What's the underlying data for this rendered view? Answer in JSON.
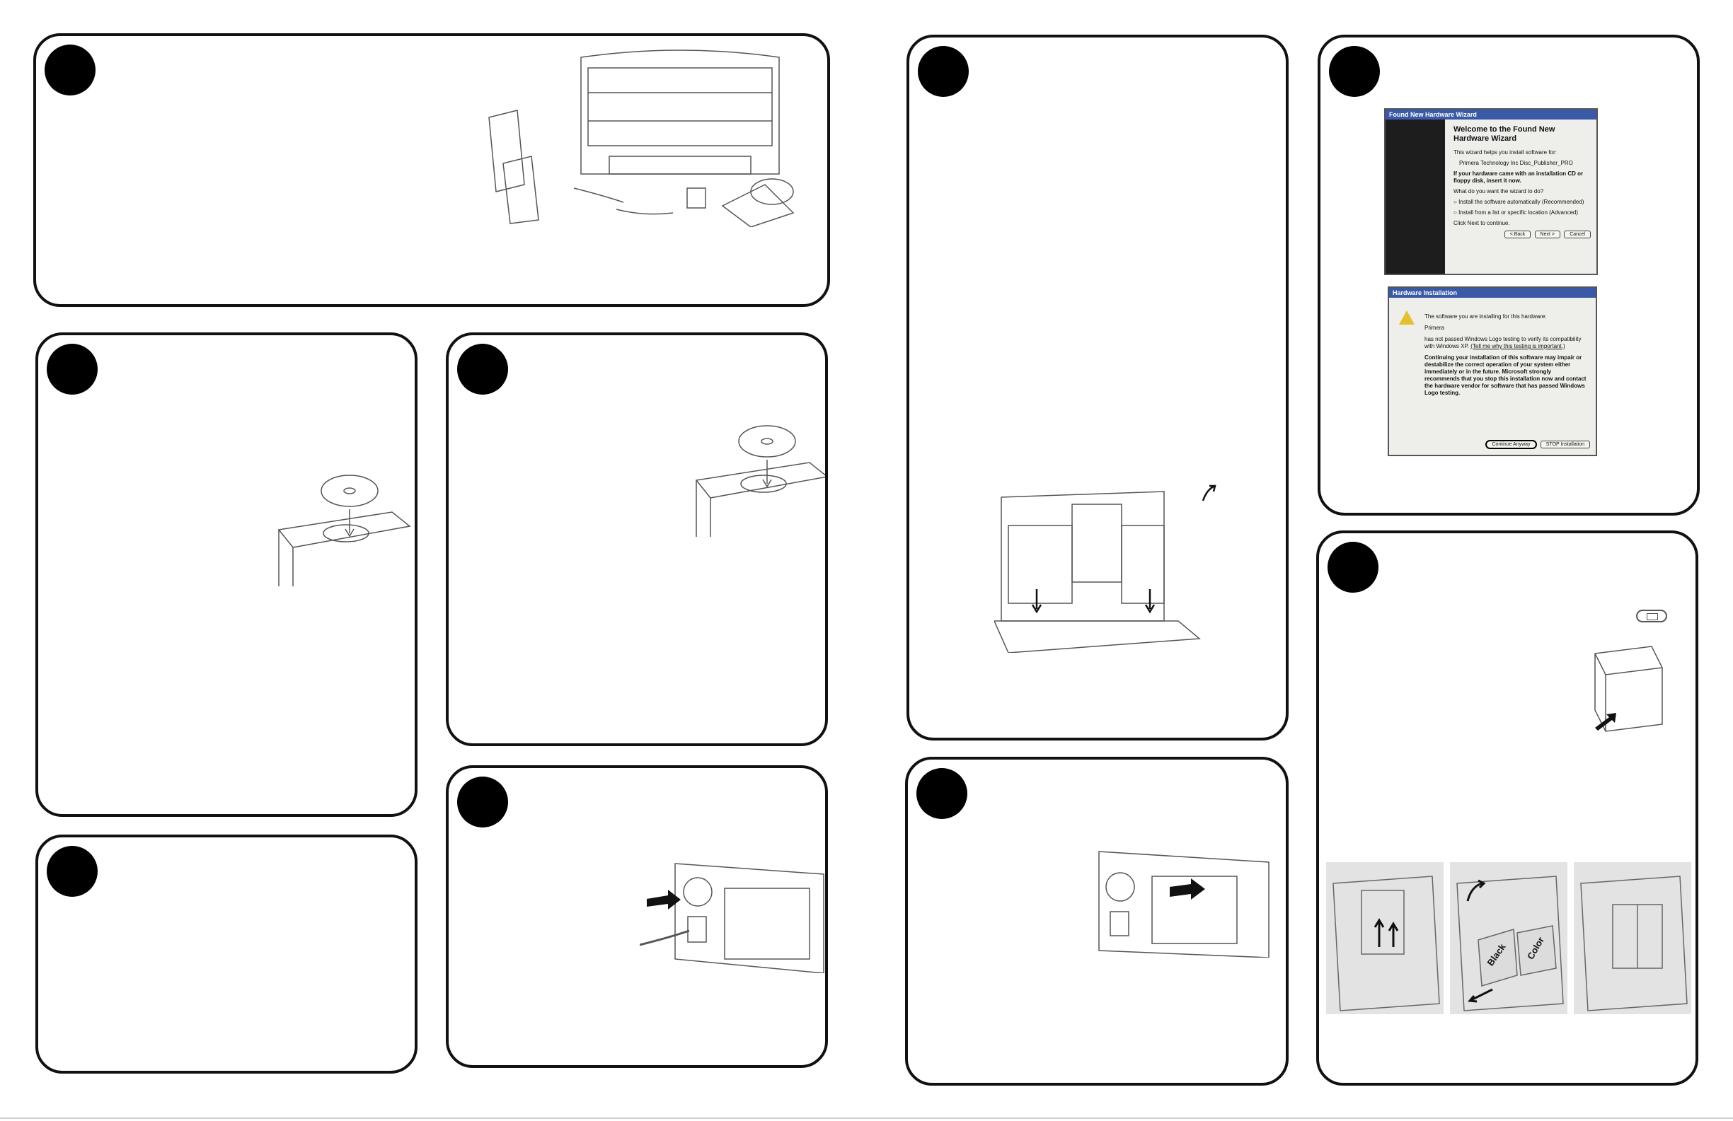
{
  "dialogs": {
    "wizard": {
      "title": "Found New Hardware Wizard",
      "heading": "Welcome to the Found New Hardware Wizard",
      "intro": "This wizard helps you install software for:",
      "device": "Primera Technology Inc Disc_Publisher_PRO",
      "cd_prompt": "If your hardware came with an installation CD or floppy disk, insert it now.",
      "question": "What do you want the wizard to do?",
      "option_auto": "Install the software automatically (Recommended)",
      "option_list": "Install from a list or specific location (Advanced)",
      "continue_text": "Click Next to continue.",
      "back_label": "< Back",
      "next_label": "Next >",
      "cancel_label": "Cancel"
    },
    "hardware": {
      "title": "Hardware Installation",
      "line1": "The software you are installing for this hardware:",
      "device": "Primera",
      "line2": "has not passed Windows Logo testing to verify its compatibility with Windows XP.",
      "link": "(Tell me why this testing is important.)",
      "warning": "Continuing your installation of this software may impair or destabilize the correct operation of your system either immediately or in the future. Microsoft strongly recommends that you stop this installation now and contact the hardware vendor for software that has passed Windows Logo testing.",
      "continue_label": "Continue Anyway",
      "stop_label": "STOP Installation"
    }
  },
  "cartridges": {
    "black_label": "Black",
    "color_label": "Color"
  },
  "colors": {
    "border": "#111111",
    "badge": "#000000",
    "illustration_stroke": "#555555",
    "dialog_title": "#3a5aa8"
  }
}
